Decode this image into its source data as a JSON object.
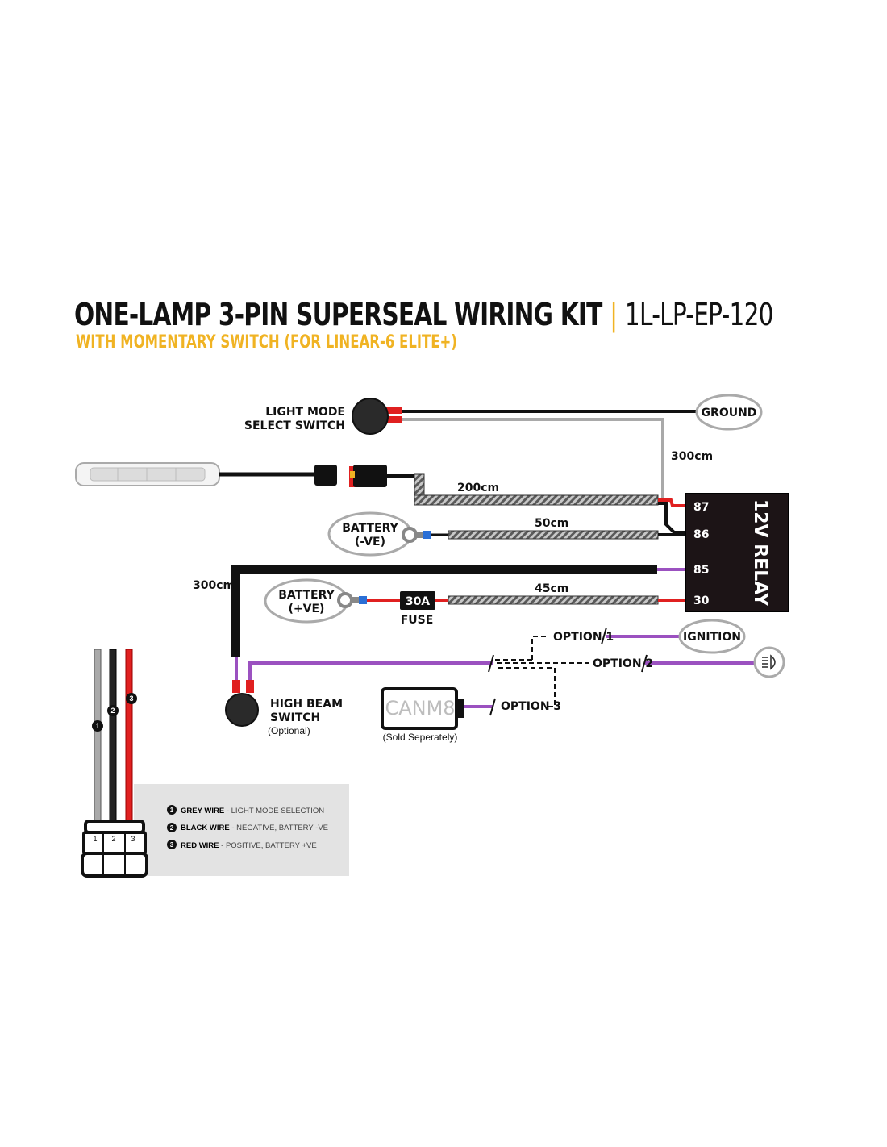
{
  "header": {
    "title": "ONE-LAMP 3-PIN SUPERSEAL WIRING KIT",
    "separator": "|",
    "part_number": "1L-LP-EP-120",
    "subtitle": "WITH MOMENTARY SWITCH (FOR LINEAR-6 ELITE+)"
  },
  "labels": {
    "light_mode_1": "LIGHT MODE",
    "light_mode_2": "SELECT SWITCH",
    "ground": "GROUND",
    "len_300_top": "300cm",
    "len_200": "200cm",
    "len_50": "50cm",
    "len_45": "45cm",
    "len_300_left": "300cm",
    "battery_neg_1": "BATTERY",
    "battery_neg_2": "(-VE)",
    "battery_pos_1": "BATTERY",
    "battery_pos_2": "(+VE)",
    "fuse_rating": "30A",
    "fuse": "FUSE",
    "relay": "12V RELAY",
    "pin_87": "87",
    "pin_86": "86",
    "pin_85": "85",
    "pin_30": "30",
    "option1": "OPTION 1",
    "option2": "OPTION 2",
    "option3": "OPTION 3",
    "ignition": "IGNITION",
    "high_beam_1": "HIGH BEAM",
    "high_beam_2": "SWITCH",
    "optional": "(Optional)",
    "canm8": "CANM8",
    "sold_separately": "(Sold Seperately)"
  },
  "connector": {
    "pin1": "1",
    "pin2": "2",
    "pin3": "3"
  },
  "legend": [
    {
      "num": "1",
      "title": "GREY WIRE",
      "desc": " - LIGHT MODE SELECTION"
    },
    {
      "num": "2",
      "title": "BLACK WIRE",
      "desc": " - NEGATIVE, BATTERY -VE"
    },
    {
      "num": "3",
      "title": "RED WIRE",
      "desc": " - POSITIVE, BATTERY +VE"
    }
  ],
  "colors": {
    "accent": "#f0b323",
    "purple": "#9b51c0",
    "red": "#e02020",
    "grey_wire": "#a9a9a9",
    "black": "#111111",
    "relay": "#1c1416",
    "legend_bg": "#e3e3e3"
  }
}
